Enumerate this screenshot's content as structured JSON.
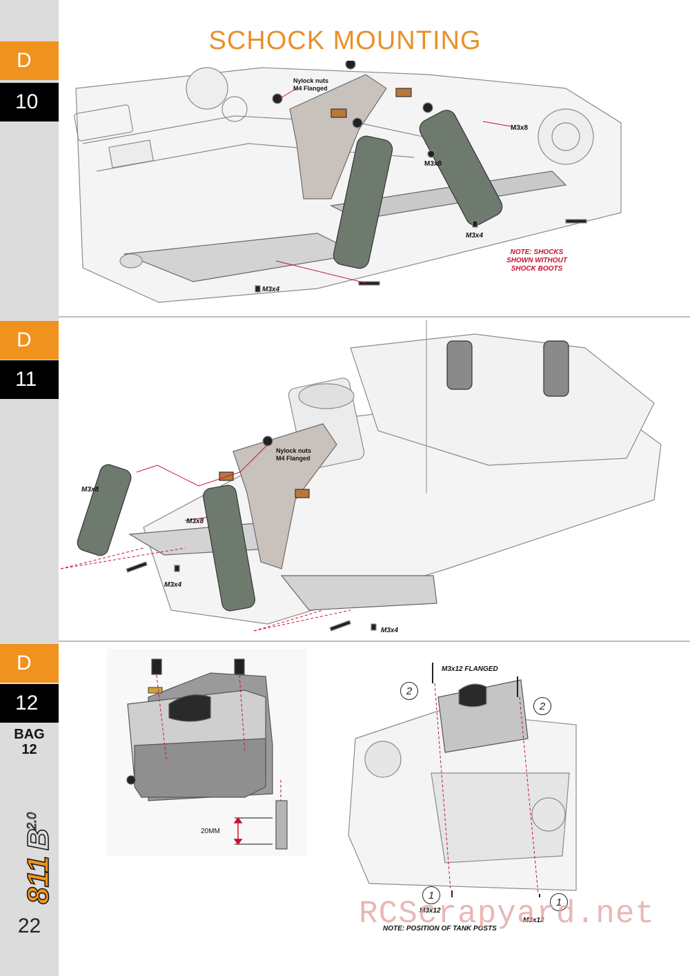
{
  "title": "SCHOCK MOUNTING",
  "sidebar": {
    "steps": [
      {
        "letter": "D",
        "number": "10"
      },
      {
        "letter": "D",
        "number": "11"
      },
      {
        "letter": "D",
        "number": "12"
      }
    ],
    "bag": "BAG\n12",
    "logo_text": "811B2.0",
    "page_number": "22"
  },
  "step10": {
    "label_nylock": "Nylock nuts\nM4 Flanged",
    "label_m3x8_right": "M3x8",
    "label_m3x8_mid": "M3x8",
    "label_m3x4_right": "M3x4",
    "label_m3x4_left": "M3x4",
    "note": "NOTE: SHOCKS\nSHOWN WITHOUT\nSHOCK BOOTS"
  },
  "step11": {
    "label_nylock": "Nylock nuts\nM4 Flanged",
    "label_m3x8_left": "M3x8",
    "label_m3x8_mid": "M3x8",
    "label_m3x4_left": "M3x4",
    "label_m3x4_right": "M3x4"
  },
  "step12": {
    "label_20mm": "20MM",
    "label_flanged": "M3x12 FLANGED",
    "label_m3x12_left": "M3x12",
    "label_m3x12_right": "M3x12",
    "note": "NOTE: POSITION OF TANK POSTS",
    "callouts": [
      "2",
      "2",
      "1",
      "1"
    ]
  },
  "watermark": "RCScrapyard.net",
  "colors": {
    "accent": "#f0921e",
    "dark": "#000000",
    "sidebar": "#dcdcdc",
    "note_red": "#c8102e"
  }
}
